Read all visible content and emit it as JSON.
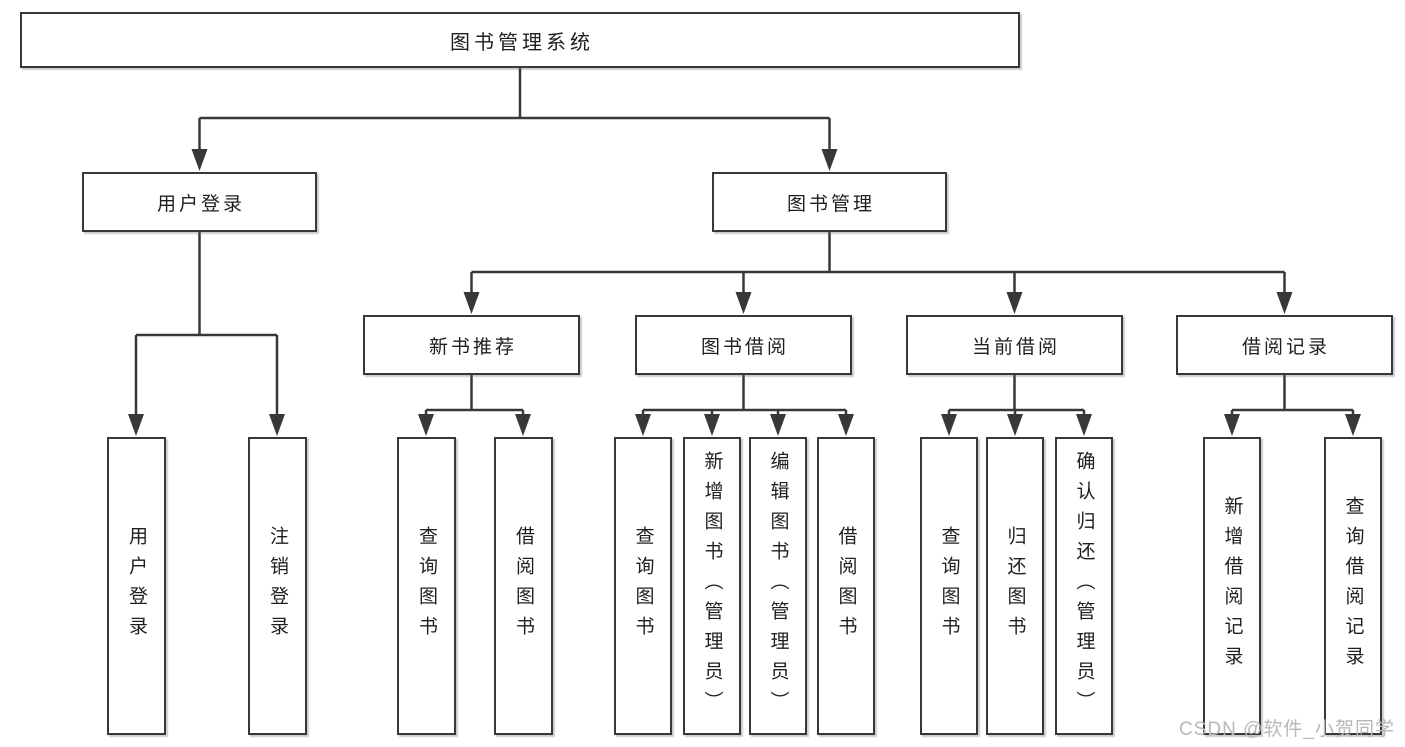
{
  "diagram": {
    "title": "图书管理系统",
    "type": "hierarchy-tree",
    "colors": {
      "line": "#383838",
      "box_border": "#383838",
      "box_fill": "#ffffff",
      "text": "#1f1f1f",
      "watermark": "#b8b8b8"
    },
    "nodes": {
      "root": {
        "label": "图书管理系统"
      },
      "level2": [
        {
          "label": "用户登录"
        },
        {
          "label": "图书管理"
        }
      ],
      "level3": [
        {
          "label": "新书推荐",
          "parent": "图书管理"
        },
        {
          "label": "图书借阅",
          "parent": "图书管理"
        },
        {
          "label": "当前借阅",
          "parent": "图书管理"
        },
        {
          "label": "借阅记录",
          "parent": "图书管理"
        }
      ],
      "leaves": [
        {
          "label": "用户登录",
          "parent": "用户登录"
        },
        {
          "label": "注销登录",
          "parent": "用户登录"
        },
        {
          "label": "查询图书",
          "parent": "新书推荐"
        },
        {
          "label": "借阅图书",
          "parent": "新书推荐"
        },
        {
          "label": "查询图书",
          "parent": "图书借阅"
        },
        {
          "label": "新增图书（管理员）",
          "parent": "图书借阅"
        },
        {
          "label": "编辑图书（管理员）",
          "parent": "图书借阅"
        },
        {
          "label": "借阅图书",
          "parent": "图书借阅"
        },
        {
          "label": "查询图书",
          "parent": "当前借阅"
        },
        {
          "label": "归还图书",
          "parent": "当前借阅"
        },
        {
          "label": "确认归还（管理员）",
          "parent": "当前借阅"
        },
        {
          "label": "新增借阅记录",
          "parent": "借阅记录"
        },
        {
          "label": "查询借阅记录",
          "parent": "借阅记录"
        }
      ]
    }
  },
  "watermark": {
    "text": "CSDN @软件_小贺同学"
  }
}
